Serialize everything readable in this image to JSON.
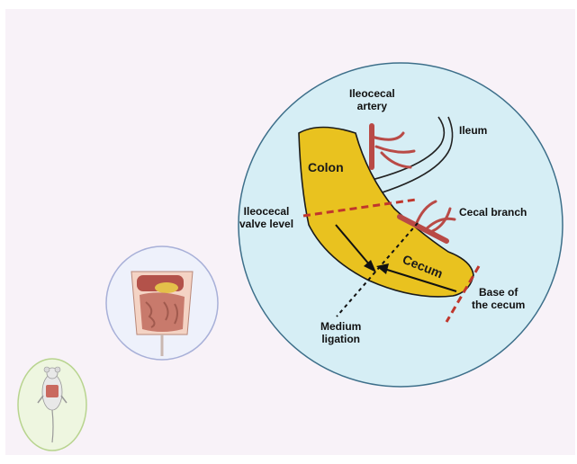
{
  "organs": {
    "colon": "Colon",
    "cecum": "Cecum"
  },
  "labels": {
    "ileocecal_artery": "Ileocecal\nartery",
    "ileum": "Ileum",
    "cecal_branch": "Cecal branch",
    "ileocecal_valve_level": "Ileocecal\nvalve level",
    "base_of_cecum": "Base of\nthe cecum",
    "medium_ligation": "Medium\nligation"
  },
  "colors": {
    "colon_fill": "#e9c21f",
    "artery": "#b94a46",
    "ligation_line_red": "#c0362c",
    "detail_circle_fill": "#d6eef5",
    "abdomen_circle_fill": "#eef1fb",
    "mouse_circle_fill": "#eef6e0"
  },
  "icons": [
    "mouse-icon",
    "abdomen-organs-icon",
    "ileocecal-artery-icon",
    "cecal-branch-icon"
  ]
}
